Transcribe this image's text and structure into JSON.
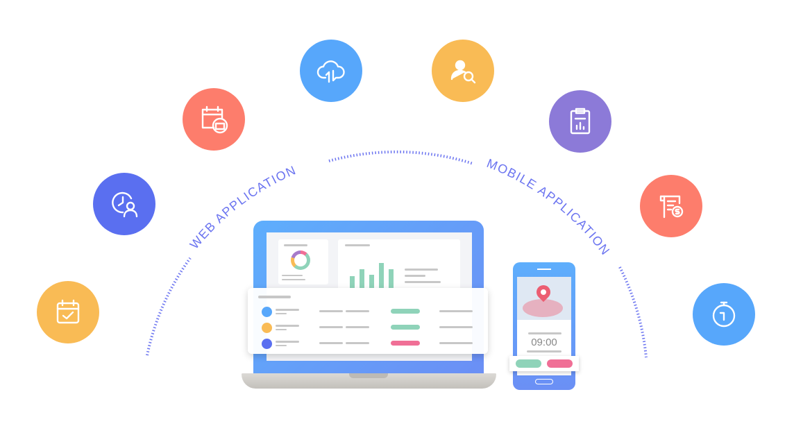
{
  "labels": {
    "web": "WEB APPLICATION",
    "mobile": "MOBILE APPLICATION"
  },
  "phone": {
    "time": "09:00"
  },
  "colors": {
    "orange": "#f9bb55",
    "indigo": "#5a6ff0",
    "coral": "#fd7d6c",
    "blue": "#57a7fb",
    "purple": "#8c7ad8",
    "arc": "#6b74f0",
    "green": "#8fd3b9",
    "pink": "#f06f96"
  },
  "icons": [
    "calendar-check-icon",
    "clock-person-icon",
    "calendar-briefcase-icon",
    "cloud-transfer-icon",
    "user-search-icon",
    "clipboard-chart-icon",
    "invoice-dollar-icon",
    "stopwatch-icon"
  ],
  "chart_bars": [
    0.45,
    0.7,
    0.5,
    0.95,
    0.7
  ],
  "table_statuses": [
    "green",
    "green",
    "pink"
  ]
}
